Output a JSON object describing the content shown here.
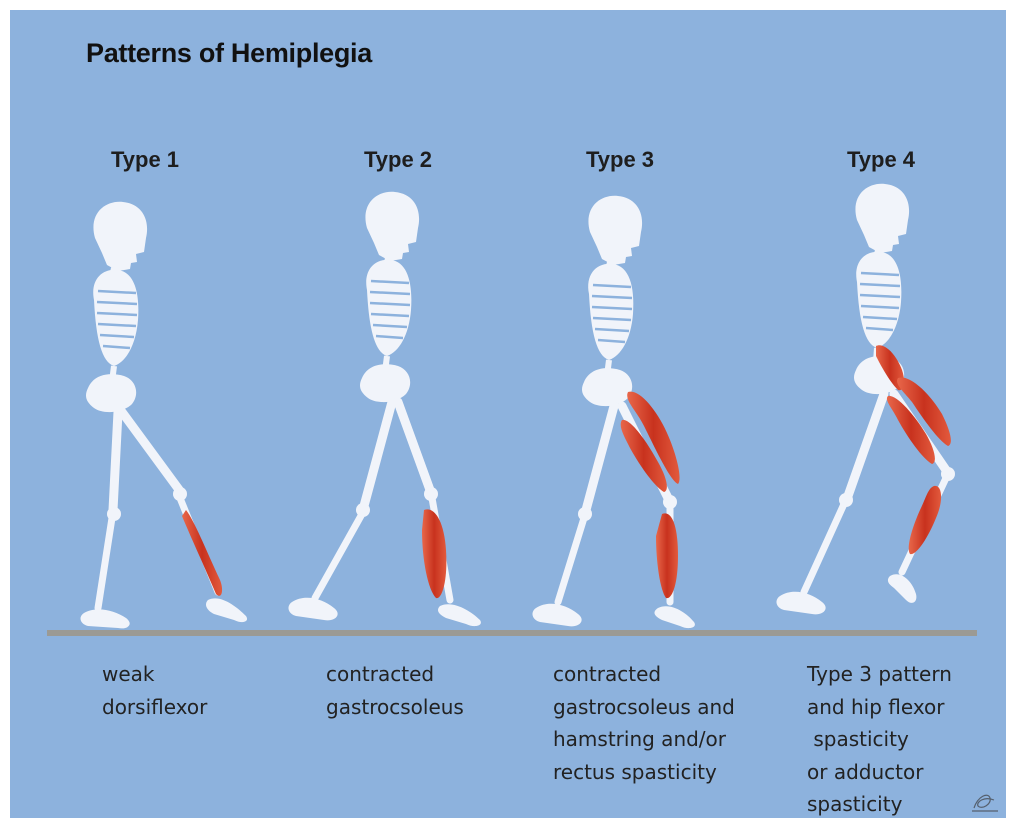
{
  "title": "Patterns of Hemiplegia",
  "panels": [
    {
      "label": "Type 1",
      "caption": [
        "weak",
        "dorsiflexor"
      ]
    },
    {
      "label": "Type 2",
      "caption": [
        "contracted",
        "gastrocsoleus"
      ]
    },
    {
      "label": "Type 3",
      "caption": [
        "contracted",
        "gastrocsoleus and",
        "hamstring and/or",
        "rectus spasticity"
      ]
    },
    {
      "label": "Type 4",
      "caption": [
        "Type 3 pattern",
        "and hip flexor",
        " spasticity",
        "or adductor",
        "spasticity"
      ]
    }
  ],
  "colors": {
    "background": "#8db2dd",
    "bone": "#f1f4fa",
    "muscle": "#d7452c",
    "ground": "#9b9a94"
  }
}
